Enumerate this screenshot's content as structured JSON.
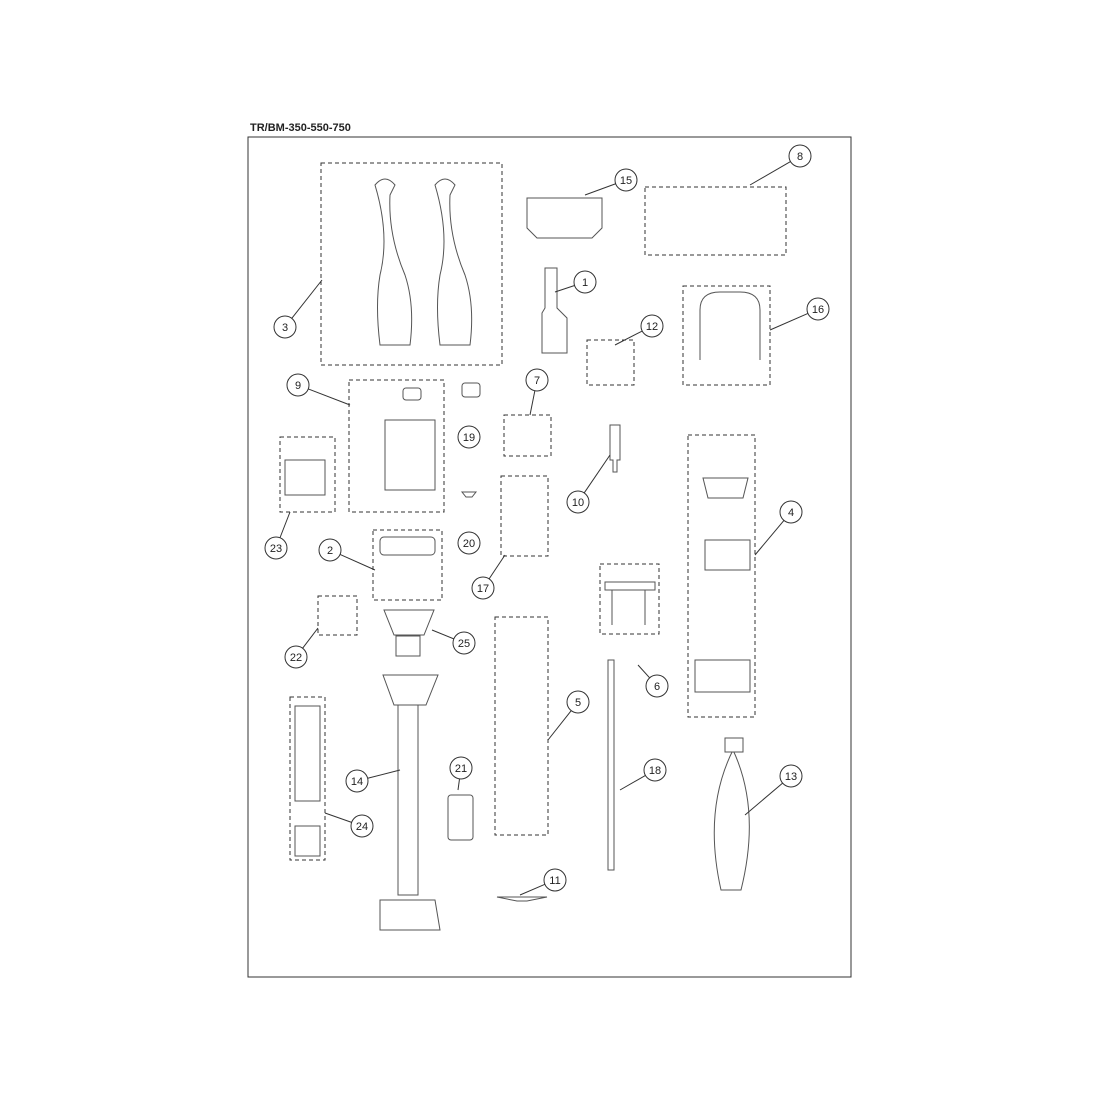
{
  "title": "TR/BM-350-550-750",
  "callouts": [
    "1",
    "2",
    "3",
    "4",
    "5",
    "6",
    "7",
    "8",
    "9",
    "10",
    "11",
    "12",
    "13",
    "14",
    "15",
    "16",
    "17",
    "18",
    "19",
    "20",
    "21",
    "22",
    "23",
    "24",
    "25"
  ],
  "colors": {
    "line": "#333333",
    "part": "#555555"
  }
}
